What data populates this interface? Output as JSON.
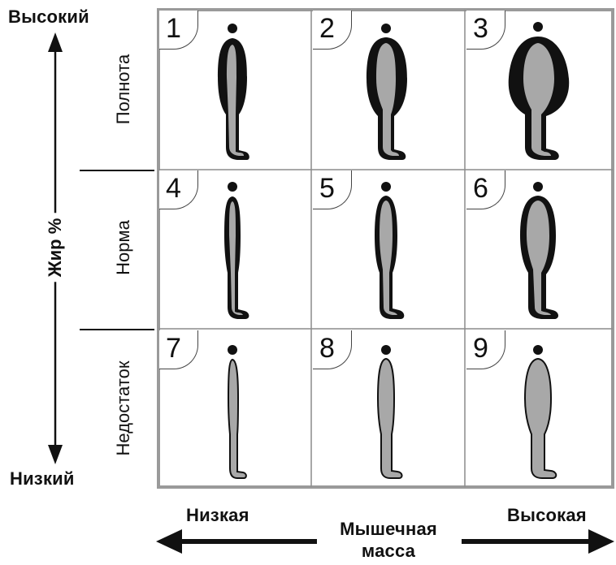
{
  "y_axis": {
    "high": "Высокий",
    "low": "Низкий",
    "title": "Жир %"
  },
  "rows": [
    "Полнота",
    "Норма",
    "Недостаток"
  ],
  "x_axis": {
    "low": "Низкая",
    "high": "Высокая",
    "title_line1": "Мышечная",
    "title_line2": "масса"
  },
  "cells": [
    {
      "number": "1",
      "body": "fat",
      "muscle": "thin"
    },
    {
      "number": "2",
      "body": "fat",
      "muscle": "medium"
    },
    {
      "number": "3",
      "body": "fat",
      "muscle": "broad"
    },
    {
      "number": "4",
      "body": "normal",
      "muscle": "thin"
    },
    {
      "number": "5",
      "body": "normal",
      "muscle": "medium"
    },
    {
      "number": "6",
      "body": "normal",
      "muscle": "broad"
    },
    {
      "number": "7",
      "body": "lean",
      "muscle": "thin"
    },
    {
      "number": "8",
      "body": "lean",
      "muscle": "medium"
    },
    {
      "number": "9",
      "body": "lean",
      "muscle": "broad"
    }
  ],
  "colors": {
    "outline": "#111111",
    "fill": "#a8a8a8",
    "grid": "#8c8c8c",
    "frame": "#9a9a9a"
  }
}
